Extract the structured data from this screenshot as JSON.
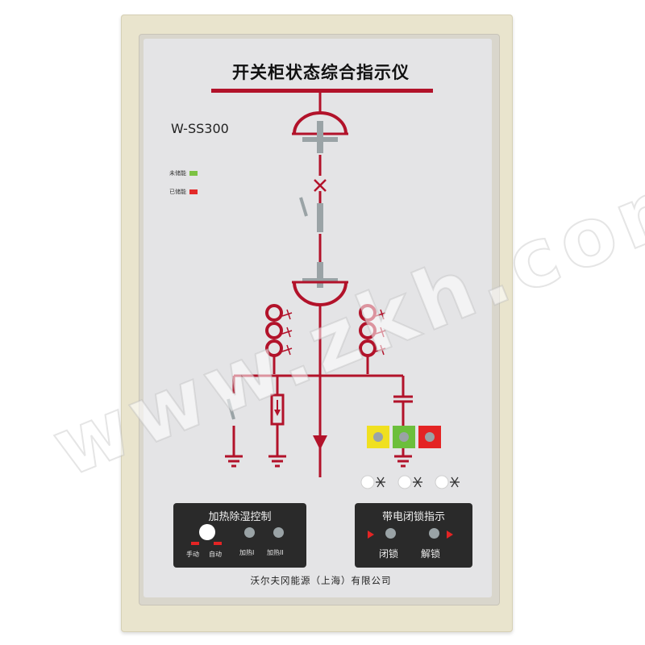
{
  "device": {
    "title": "开关柜状态综合指示仪",
    "model": "W-SS300",
    "manufacturer": "沃尔夫冈能源（上海）有限公司"
  },
  "legend": [
    {
      "label": "未储能",
      "color": "#7cc243"
    },
    {
      "label": "已储能",
      "color": "#e32a2a"
    }
  ],
  "heating_panel": {
    "title": "加热除湿控制",
    "mode_labels": [
      "手动",
      "自动"
    ],
    "heater_labels": [
      "加热I",
      "加热II"
    ]
  },
  "lock_panel": {
    "title": "带电闭锁指示",
    "labels": [
      "闭锁",
      "解锁"
    ]
  },
  "watermark": "www.zkh.com",
  "colors": {
    "line_red": "#b2122a",
    "indicator_gray": "#9aa3a6",
    "yellow": "#f0e020",
    "green": "#6cbf3c",
    "red": "#e42424"
  }
}
